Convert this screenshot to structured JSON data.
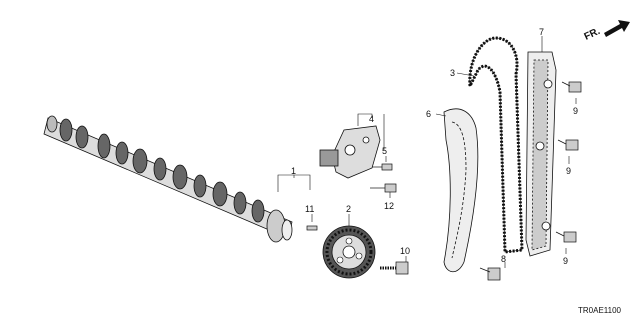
{
  "diagram": {
    "direction_label": "FR.",
    "diagram_code": "TR0AE1100",
    "callouts": [
      "1",
      "2",
      "3",
      "4",
      "5",
      "6",
      "7",
      "8",
      "9",
      "9",
      "9",
      "10",
      "11",
      "12"
    ]
  },
  "colors": {
    "line": "#111111",
    "fill": "#ffffff",
    "shade": "#9a9a9a"
  },
  "icons": [
    "camshaft-icon",
    "gear-icon",
    "chain-icon",
    "tensioner-icon",
    "guide-icon",
    "bolt-icon",
    "pin-icon",
    "arrow-icon"
  ]
}
